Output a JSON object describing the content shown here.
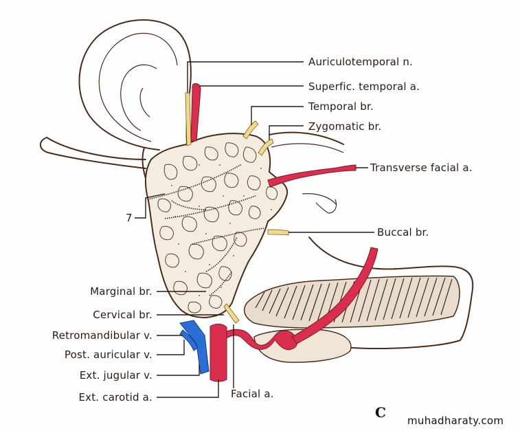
{
  "labels": {
    "auriculotemporal": "Auriculotemporal n.",
    "superfic_temporal": "Superfic. temporal a.",
    "temporal_br": "Temporal br.",
    "zygomatic_br": "Zygomatic br.",
    "transverse_facial": "Transverse facial a.",
    "seven": "7",
    "buccal_br": "Buccal br.",
    "marginal_br": "Marginal br.",
    "cervical_br": "Cervical br.",
    "retromandibular": "Retromandibular v.",
    "post_auricular": "Post. auricular v.",
    "ext_jugular": "Ext. jugular v.",
    "ext_carotid": "Ext. carotid a.",
    "facial_a": "Facial a."
  },
  "panel_letter": "C",
  "watermark": "muhadharaty.com",
  "colors": {
    "artery": "#d92e4e",
    "vein": "#2a6fd6",
    "nerve": "#f2d98a",
    "outline": "#4a2a18"
  }
}
